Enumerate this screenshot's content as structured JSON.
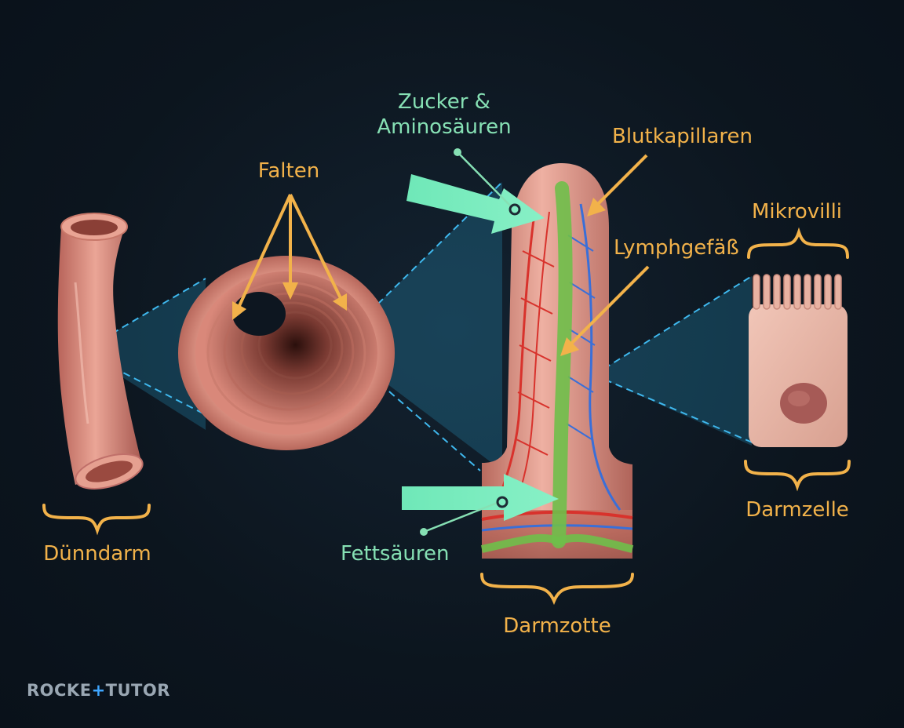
{
  "labels": {
    "falten": "Falten",
    "zucker_line1": "Zucker &",
    "zucker_line2": "Aminosäuren",
    "blutkapillaren": "Blutkapillaren",
    "mikrovilli": "Mikrovilli",
    "lymphgefaess": "Lymphgefäß",
    "fettsaeuren": "Fettsäuren",
    "duenndarm": "Dünndarm",
    "darmzotte": "Darmzotte",
    "darmzelle": "Darmzelle"
  },
  "logo": {
    "part1": "ROCKE",
    "plus": "+",
    "part2": "TUTO",
    "part3": "R"
  },
  "colors": {
    "background": "#0d1620",
    "label_orange": "#f2b24a",
    "label_green": "#86e0b4",
    "zoom_cone": "#2fb4e6",
    "tissue": "#d98a7a",
    "blood_vessel": "#d8322c",
    "vein": "#3a6fd8",
    "lymph": "#6fbf4a"
  }
}
